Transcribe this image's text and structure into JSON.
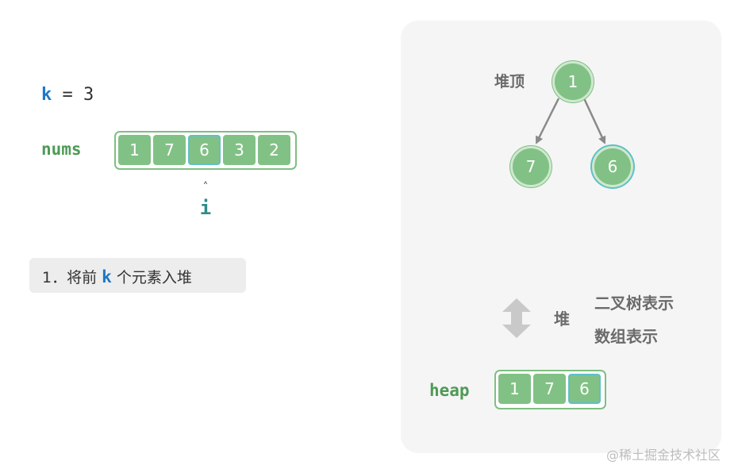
{
  "left": {
    "k_label": "k",
    "k_eq": " = 3",
    "nums_label": "nums",
    "nums": [
      "1",
      "7",
      "6",
      "3",
      "2"
    ],
    "pointer_caret": "˄",
    "pointer_label": "i",
    "step_prefix": "1．将前 ",
    "step_k": "k",
    "step_suffix": " 个元素入堆"
  },
  "panel": {
    "heap_top_label": "堆顶",
    "tree": {
      "root": "1",
      "left": "7",
      "right": "6"
    },
    "heap_char": "堆",
    "repr_tree": "二叉树表示",
    "repr_array": "数组表示",
    "heap_label": "heap",
    "heap": [
      "1",
      "7",
      "6"
    ]
  },
  "watermark": "@稀土掘金技术社区",
  "colors": {
    "cell": "#82c185",
    "highlight": "#5ec0c6",
    "k_blue": "#1f77c6",
    "label_green": "#4e9a55"
  }
}
